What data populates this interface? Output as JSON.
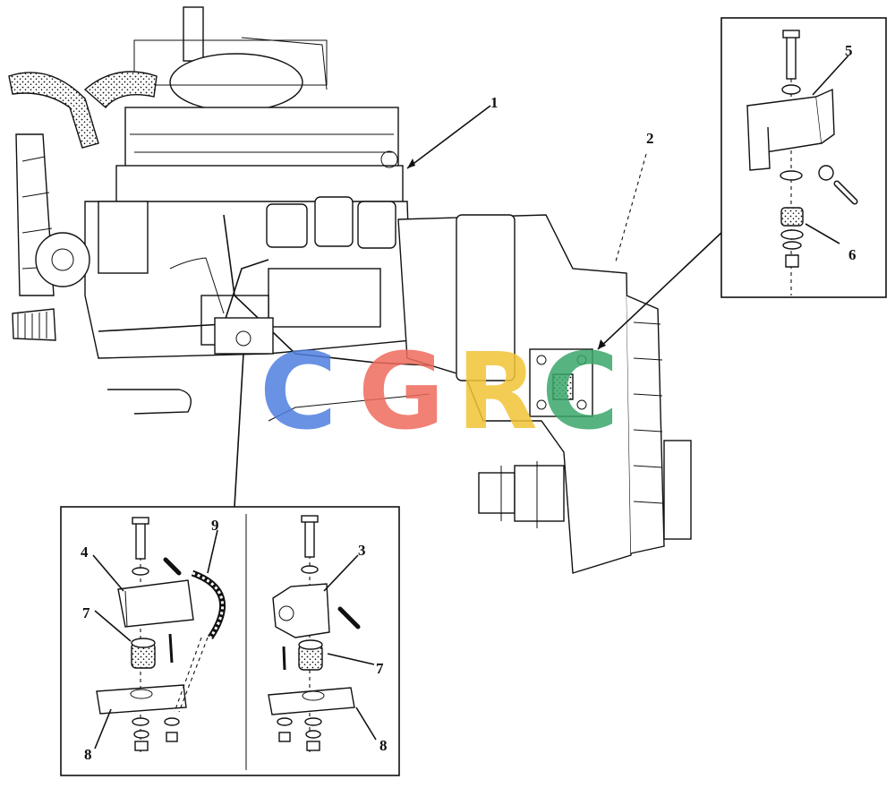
{
  "callouts": {
    "c1": "1",
    "c2": "2",
    "c3": "3",
    "c4": "4",
    "c5": "5",
    "c6": "6",
    "c7a": "7",
    "c7b": "7",
    "c8a": "8",
    "c8b": "8",
    "c9": "9"
  },
  "watermark": {
    "text": "CGRC",
    "letters": [
      "C",
      "G",
      "R",
      "C"
    ],
    "colors": [
      "#4f7fe0",
      "#ef6b5e",
      "#f2c437",
      "#3aa66a"
    ]
  },
  "colors": {
    "ink": "#111111",
    "paper": "#ffffff"
  }
}
